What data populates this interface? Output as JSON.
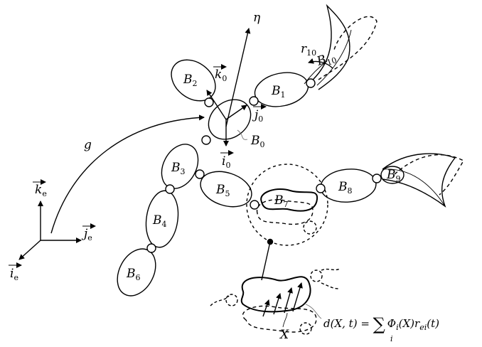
{
  "labels": {
    "eta": "η",
    "g": "g",
    "r10": {
      "base": "r",
      "sub": "10"
    },
    "i0": {
      "base": "i",
      "sub": "0"
    },
    "j0": {
      "base": "j",
      "sub": "0"
    },
    "k0": {
      "base": "k",
      "sub": "0"
    },
    "ie": {
      "base": "i",
      "sub": "e"
    },
    "je": {
      "base": "j",
      "sub": "e"
    },
    "ke": {
      "base": "k",
      "sub": "e"
    },
    "X": "X"
  },
  "bodies": [
    {
      "id": "B0",
      "base": "B",
      "sub": "0"
    },
    {
      "id": "B1",
      "base": "B",
      "sub": "1"
    },
    {
      "id": "B2",
      "base": "B",
      "sub": "2"
    },
    {
      "id": "B3",
      "base": "B",
      "sub": "3"
    },
    {
      "id": "B4",
      "base": "B",
      "sub": "4"
    },
    {
      "id": "B5",
      "base": "B",
      "sub": "5"
    },
    {
      "id": "B6",
      "base": "B",
      "sub": "6"
    },
    {
      "id": "B7",
      "base": "B",
      "sub": "7"
    },
    {
      "id": "B8",
      "base": "B",
      "sub": "8"
    },
    {
      "id": "B9",
      "base": "B",
      "sub": "9"
    },
    {
      "id": "B10",
      "base": "B",
      "sub": "10"
    }
  ],
  "formula": {
    "lhs": "d(X, t) = ",
    "sum": "∑",
    "index": "i",
    "rhs": "Φ",
    "rhs_sub": "i",
    "rhs_rest": "(X)r",
    "rhs_sub2": "ei",
    "rhs_end": "(t)"
  }
}
